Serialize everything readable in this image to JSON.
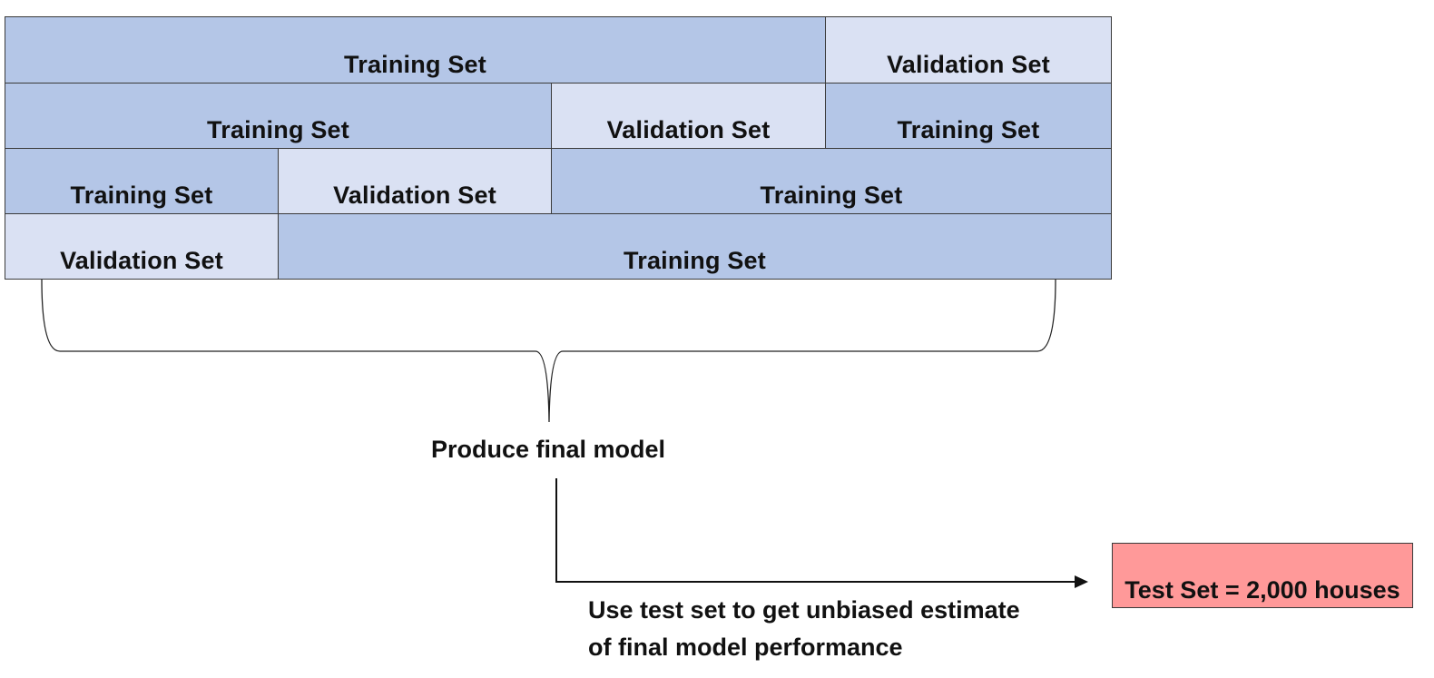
{
  "folds": [
    {
      "cells": [
        {
          "label": "Training Set",
          "kind": "training"
        },
        {
          "label": "Validation Set",
          "kind": "validation"
        }
      ]
    },
    {
      "cells": [
        {
          "label": "Training Set",
          "kind": "training"
        },
        {
          "label": "Validation Set",
          "kind": "validation"
        },
        {
          "label": "Training Set",
          "kind": "training"
        }
      ]
    },
    {
      "cells": [
        {
          "label": "Training Set",
          "kind": "training"
        },
        {
          "label": "Validation Set",
          "kind": "validation"
        },
        {
          "label": "Training Set",
          "kind": "training"
        }
      ]
    },
    {
      "cells": [
        {
          "label": "Validation Set",
          "kind": "validation"
        },
        {
          "label": "Training Set",
          "kind": "training"
        }
      ]
    }
  ],
  "final_model_label": "Produce final model",
  "test_set_label": "Test Set = 2,000 houses",
  "estimate_text": {
    "line1": "Use test set to get unbiased estimate",
    "line2": "of final model performance"
  },
  "colors": {
    "training": "#b4c6e7",
    "validation": "#dae1f3",
    "test": "#ff9999"
  }
}
